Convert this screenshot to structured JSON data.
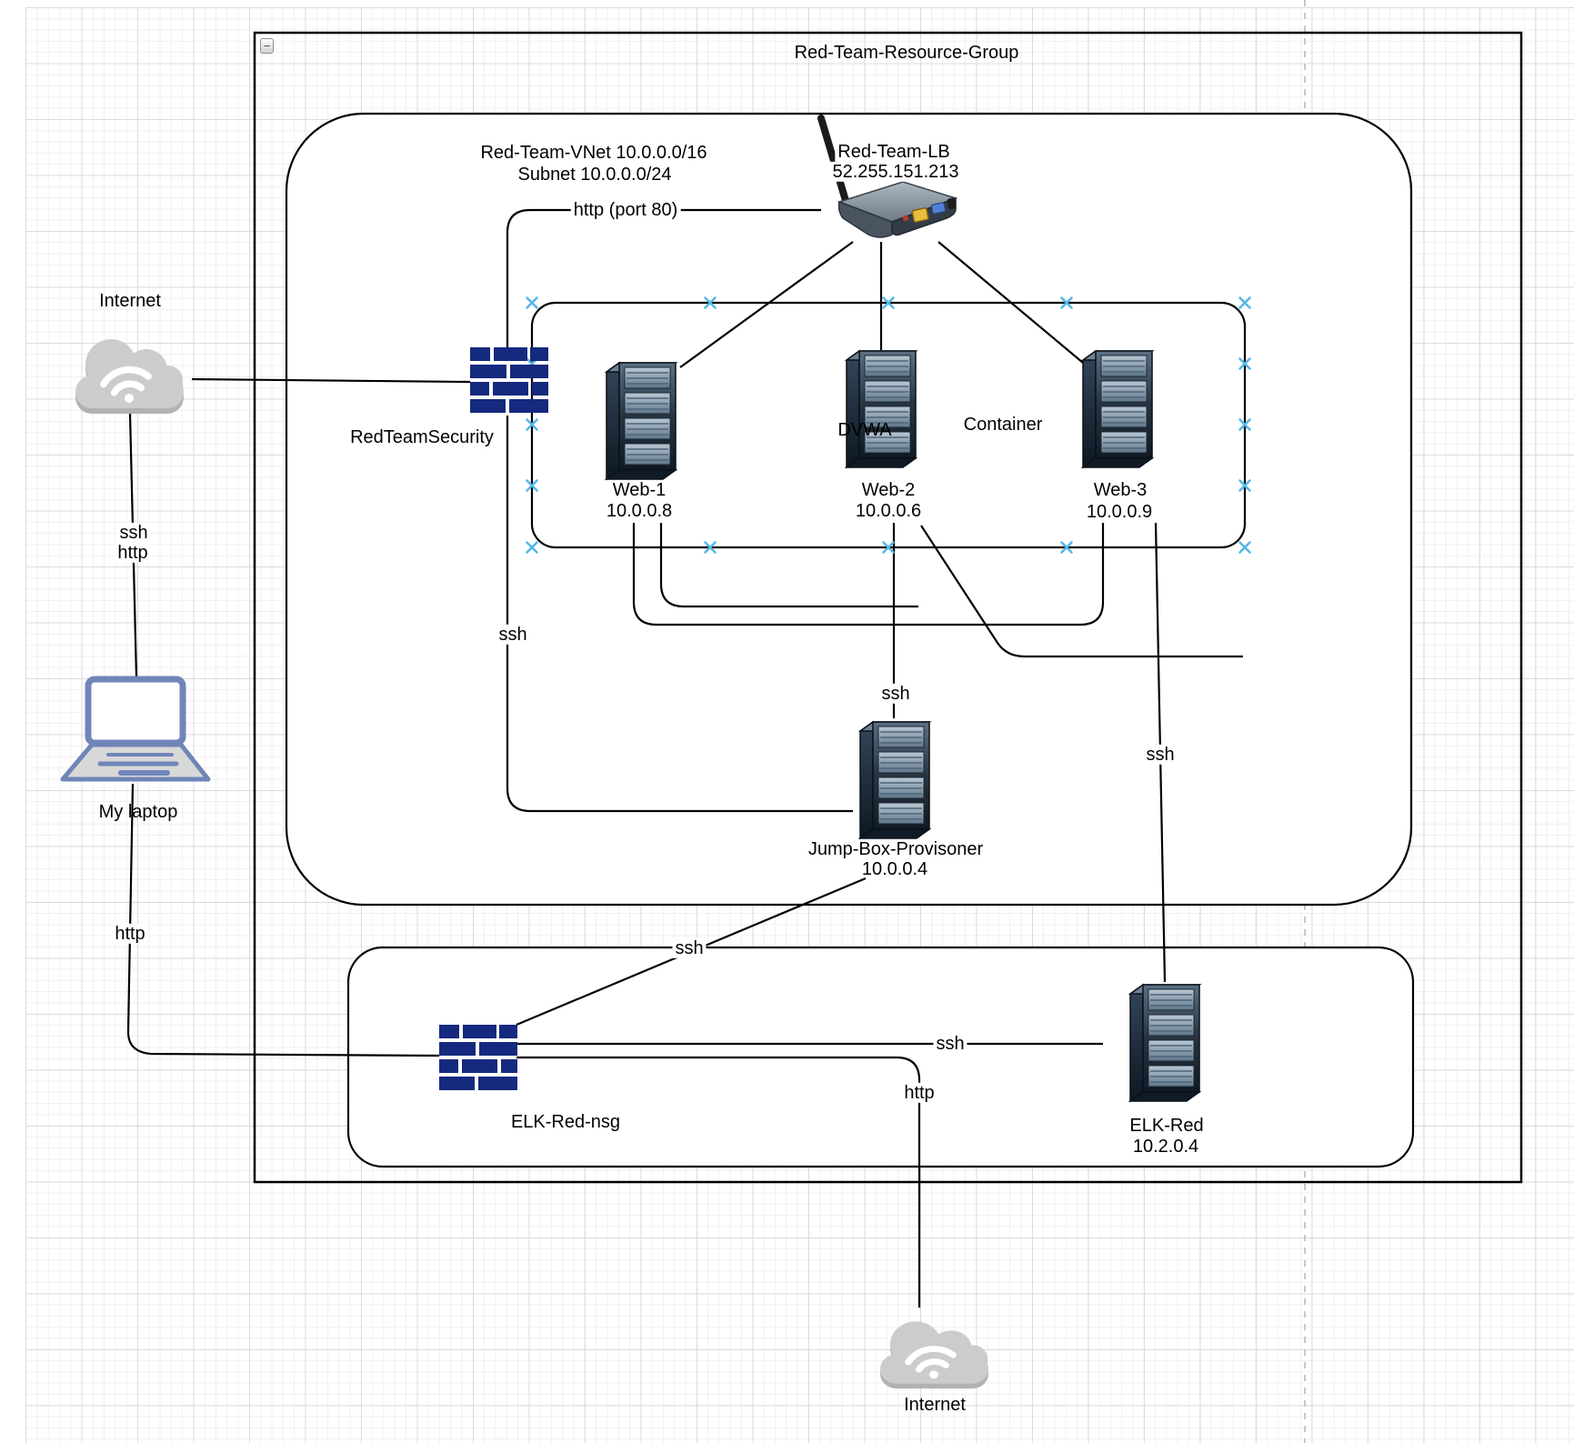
{
  "diagram": {
    "resource_group": {
      "title": "Red-Team-Resource-Group"
    },
    "vnet": {
      "line1": "Red-Team-VNet 10.0.0.0/16",
      "line2": "Subnet 10.0.0.0/24"
    },
    "container_label": "Container",
    "collapse_icon": "−",
    "nodes": {
      "internet_top": {
        "label": "Internet"
      },
      "internet_bottom": {
        "label": "Internet"
      },
      "laptop": {
        "label": "My laptop"
      },
      "firewall_main": {
        "label": "RedTeamSecurity"
      },
      "firewall_elk": {
        "label": "ELK-Red-nsg"
      },
      "load_balancer": {
        "name": "Red-Team-LB",
        "ip": "52.255.151.213"
      },
      "web1": {
        "name": "Web-1",
        "ip": "10.0.0.8"
      },
      "web2": {
        "name": "Web-2",
        "ip": "10.0.0.6",
        "tag": "DVWA"
      },
      "web3": {
        "name": "Web-3",
        "ip": "10.0.0.9"
      },
      "jump_box": {
        "name": "Jump-Box-Provisoner",
        "ip": "10.0.0.4"
      },
      "elk": {
        "name": "ELK-Red",
        "ip": "10.2.0.4"
      }
    },
    "edge_labels": {
      "lb_http": "http (port 80)",
      "fw_jump_ssh": "ssh",
      "web2_jump_ssh": "ssh",
      "web3_elk_ssh": "ssh",
      "jump_nsg_ssh": "ssh",
      "internet_laptop_ssh": "ssh",
      "internet_laptop_http": "http",
      "laptop_nsg_http": "http",
      "nsg_elk_ssh": "ssh",
      "nsg_internet_http": "http"
    },
    "colors": {
      "firewall": "#15297e",
      "connection_cross": "#56b8e8",
      "line": "#000000",
      "page_break": "#bbbbbb"
    }
  }
}
